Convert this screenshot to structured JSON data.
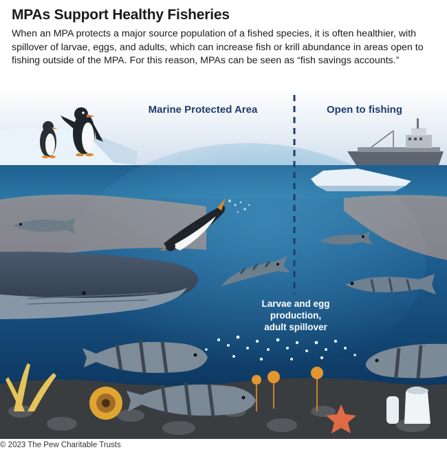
{
  "header": {
    "title": "MPAs Support Healthy Fisheries",
    "intro": "When an MPA protects a major source population of a fished species, it is often healthier, with spillover of larvae, eggs, and adults, which can increase fish or krill abundance in areas open to fishing outside of the MPA. For this reason, MPAs can be seen as “fish savings accounts.”"
  },
  "zones": {
    "protected": "Marine Protected Area",
    "open": "Open to fishing"
  },
  "annotation": {
    "line1": "Larvae and egg",
    "line2": "production,",
    "line3": "adult spillover"
  },
  "footer": {
    "credit": "© 2023 The Pew Charitable Trusts"
  },
  "colors": {
    "sky_top": "#ffffff",
    "sky_bottom": "#d8e4f0",
    "ocean_surface": "#2a6a9a",
    "ocean_deep": "#0d3a63",
    "zone_label": "#1f3c6e",
    "divider": "#1f3c6e",
    "seabed": "#3a3d40"
  }
}
